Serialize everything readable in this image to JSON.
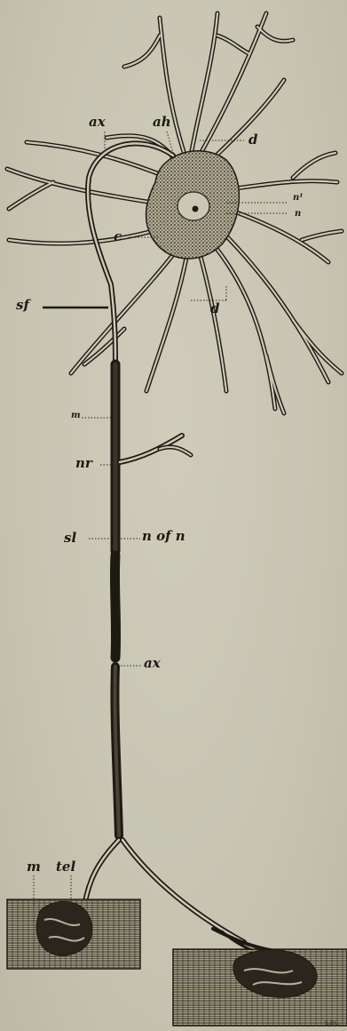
{
  "labels": {
    "ax_top": "ax",
    "ah": "ah",
    "d_top": "d",
    "n1": "n¹",
    "n": "n",
    "c": "c",
    "sf": "sf",
    "d_lower": "d",
    "m_upper": "m",
    "nr": "nr",
    "sl": "sl",
    "n_of_n": "n of n",
    "ax_mid": "ax",
    "m_lower": "m",
    "tel": "tel",
    "signature": "S.P.C."
  },
  "colors": {
    "paper": "#c9c6b5",
    "ink": "#1d1a14"
  }
}
